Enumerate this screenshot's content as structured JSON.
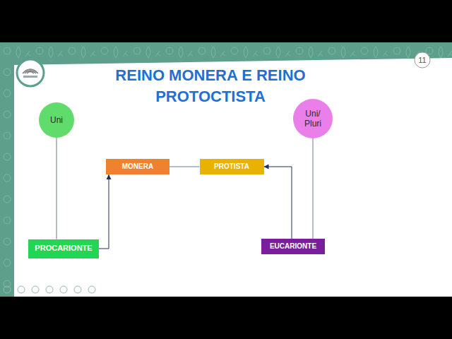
{
  "diagram": {
    "title": "REINO MONERA E REINO PROTOCTISTA",
    "nodes": [
      {
        "text": [
          "Uni"
        ]
      },
      {
        "text": [
          "Uni/ Pluri"
        ]
      },
      {
        "text": [
          "MONERA"
        ]
      },
      {
        "text": [
          "PROTISTA"
        ]
      },
      {
        "text": [
          "PROCARIONTE"
        ]
      },
      {
        "text": [
          "EUCARIONTE"
        ]
      }
    ],
    "edges": [
      {
        "from": 0,
        "to": 4,
        "arrow": "none"
      },
      {
        "from": 4,
        "to": 2,
        "arrow": "to"
      },
      {
        "from": 2,
        "to": 3,
        "arrow": "none"
      },
      {
        "from": 5,
        "to": 3,
        "arrow": "to"
      },
      {
        "from": 1,
        "to": 5,
        "arrow": "none"
      }
    ],
    "labels": [
      "11"
    ]
  }
}
